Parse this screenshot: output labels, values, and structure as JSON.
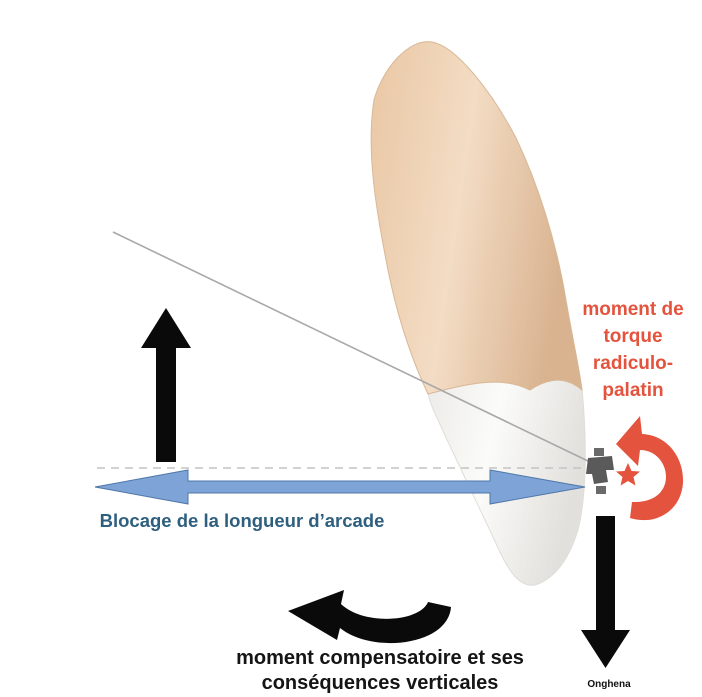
{
  "labels": {
    "torque_moment": [
      "moment de",
      "torque",
      "radiculo-",
      "palatin"
    ],
    "arch_length_block": "Blocage de la longueur d’arcade",
    "compensatory_moment": [
      "moment compensatoire et ses",
      "conséquences verticales"
    ],
    "author": "Onghena"
  },
  "colors": {
    "torque": "#e4533d",
    "arch_arrow": "#7ea3d6",
    "arch_text": "#2e5f7e",
    "black_arrows": "#0a0a0a",
    "root": "#e6c7a8",
    "crown": "#f4f2ee",
    "reference_line": "#a8a8a8",
    "dashed_line": "#c3c3c3",
    "bracket": "#5a5a5a"
  },
  "elements": [
    "tooth",
    "bracket",
    "reference-line",
    "dashed-horizontal-line",
    "arch-length-double-arrow",
    "up-arrow",
    "down-arrow",
    "curved-compensation-arrow",
    "torque-curved-arrow",
    "torque-star"
  ]
}
